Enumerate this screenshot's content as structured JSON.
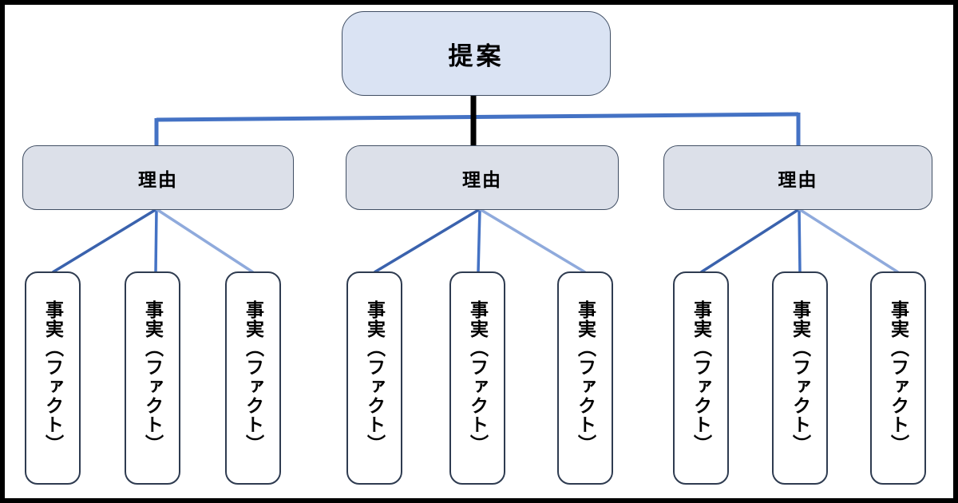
{
  "diagram": {
    "title": "pyramid-structure-proposal-reasons-facts",
    "root": {
      "label": "提案"
    },
    "reasons": [
      {
        "label": "理由"
      },
      {
        "label": "理由"
      },
      {
        "label": "理由"
      }
    ],
    "facts": [
      {
        "label": "事実（ファクト）"
      },
      {
        "label": "事実（ファクト）"
      },
      {
        "label": "事実（ファクト）"
      },
      {
        "label": "事実（ファクト）"
      },
      {
        "label": "事実（ファクト）"
      },
      {
        "label": "事実（ファクト）"
      },
      {
        "label": "事実（ファクト）"
      },
      {
        "label": "事実（ファクト）"
      },
      {
        "label": "事実（ファクト）"
      }
    ]
  },
  "colors": {
    "root_fill": "#dae3f3",
    "reason_fill": "#dce0e9",
    "fact_fill": "#ffffff",
    "node_border": "#404e63",
    "fact_border": "#2e3b50",
    "connector_main": "#4472c4",
    "connector_dark": "#3a62ad",
    "connector_light": "#8faadc",
    "trunk": "#000000",
    "frame": "#000000"
  }
}
